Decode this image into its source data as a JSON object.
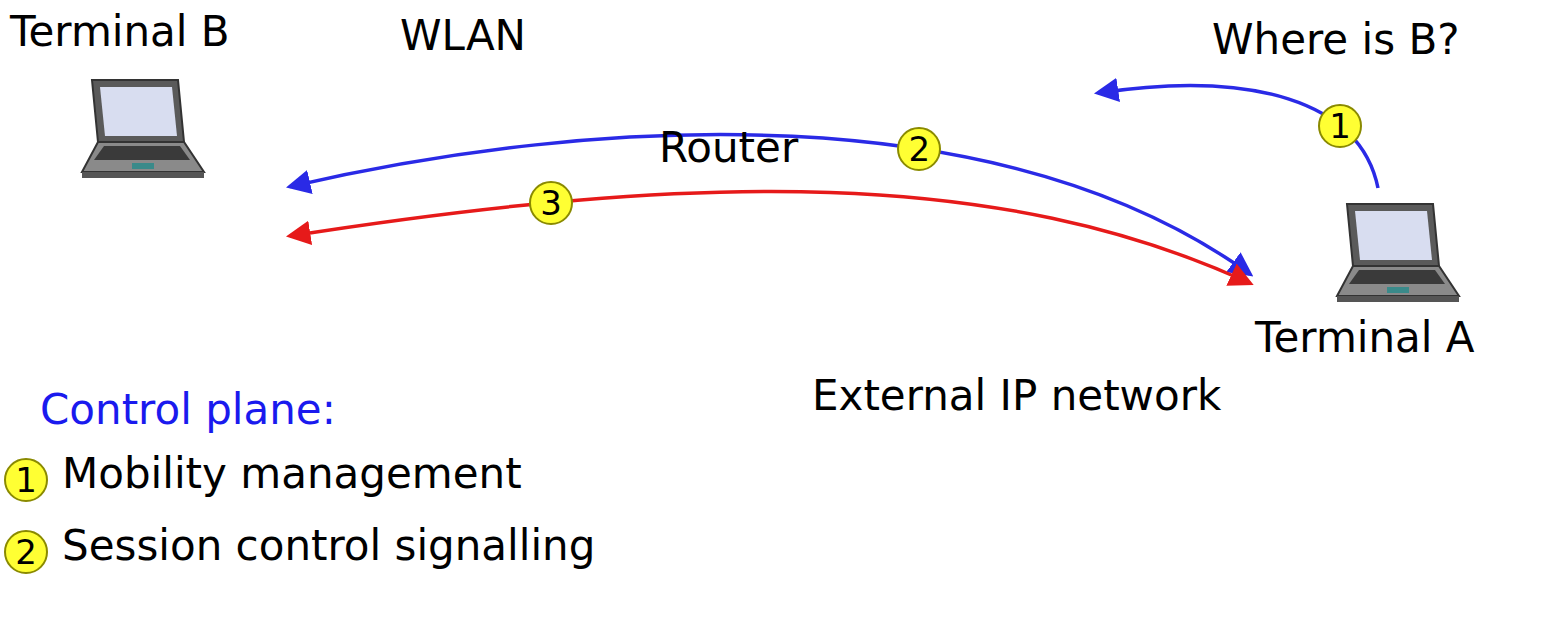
{
  "diagram": {
    "nodes": [
      {
        "text": [
          "WLAN"
        ]
      },
      {
        "text": [
          "Terminal B"
        ],
        "in": 0
      },
      {
        "text": [
          "Router"
        ]
      },
      {
        "text": [
          "External IP network"
        ]
      },
      {
        "text": [
          "Terminal A"
        ],
        "in": 3
      }
    ],
    "edges": [
      {
        "from": 4,
        "to": 1,
        "arrow": "both",
        "label": "2"
      },
      {
        "from": 4,
        "to": 1,
        "arrow": "both",
        "label": "3"
      }
    ],
    "labels": [
      "Where is B?",
      "1",
      "Control plane:",
      "1",
      "Mobility management",
      "2",
      "Session control signalling"
    ]
  }
}
